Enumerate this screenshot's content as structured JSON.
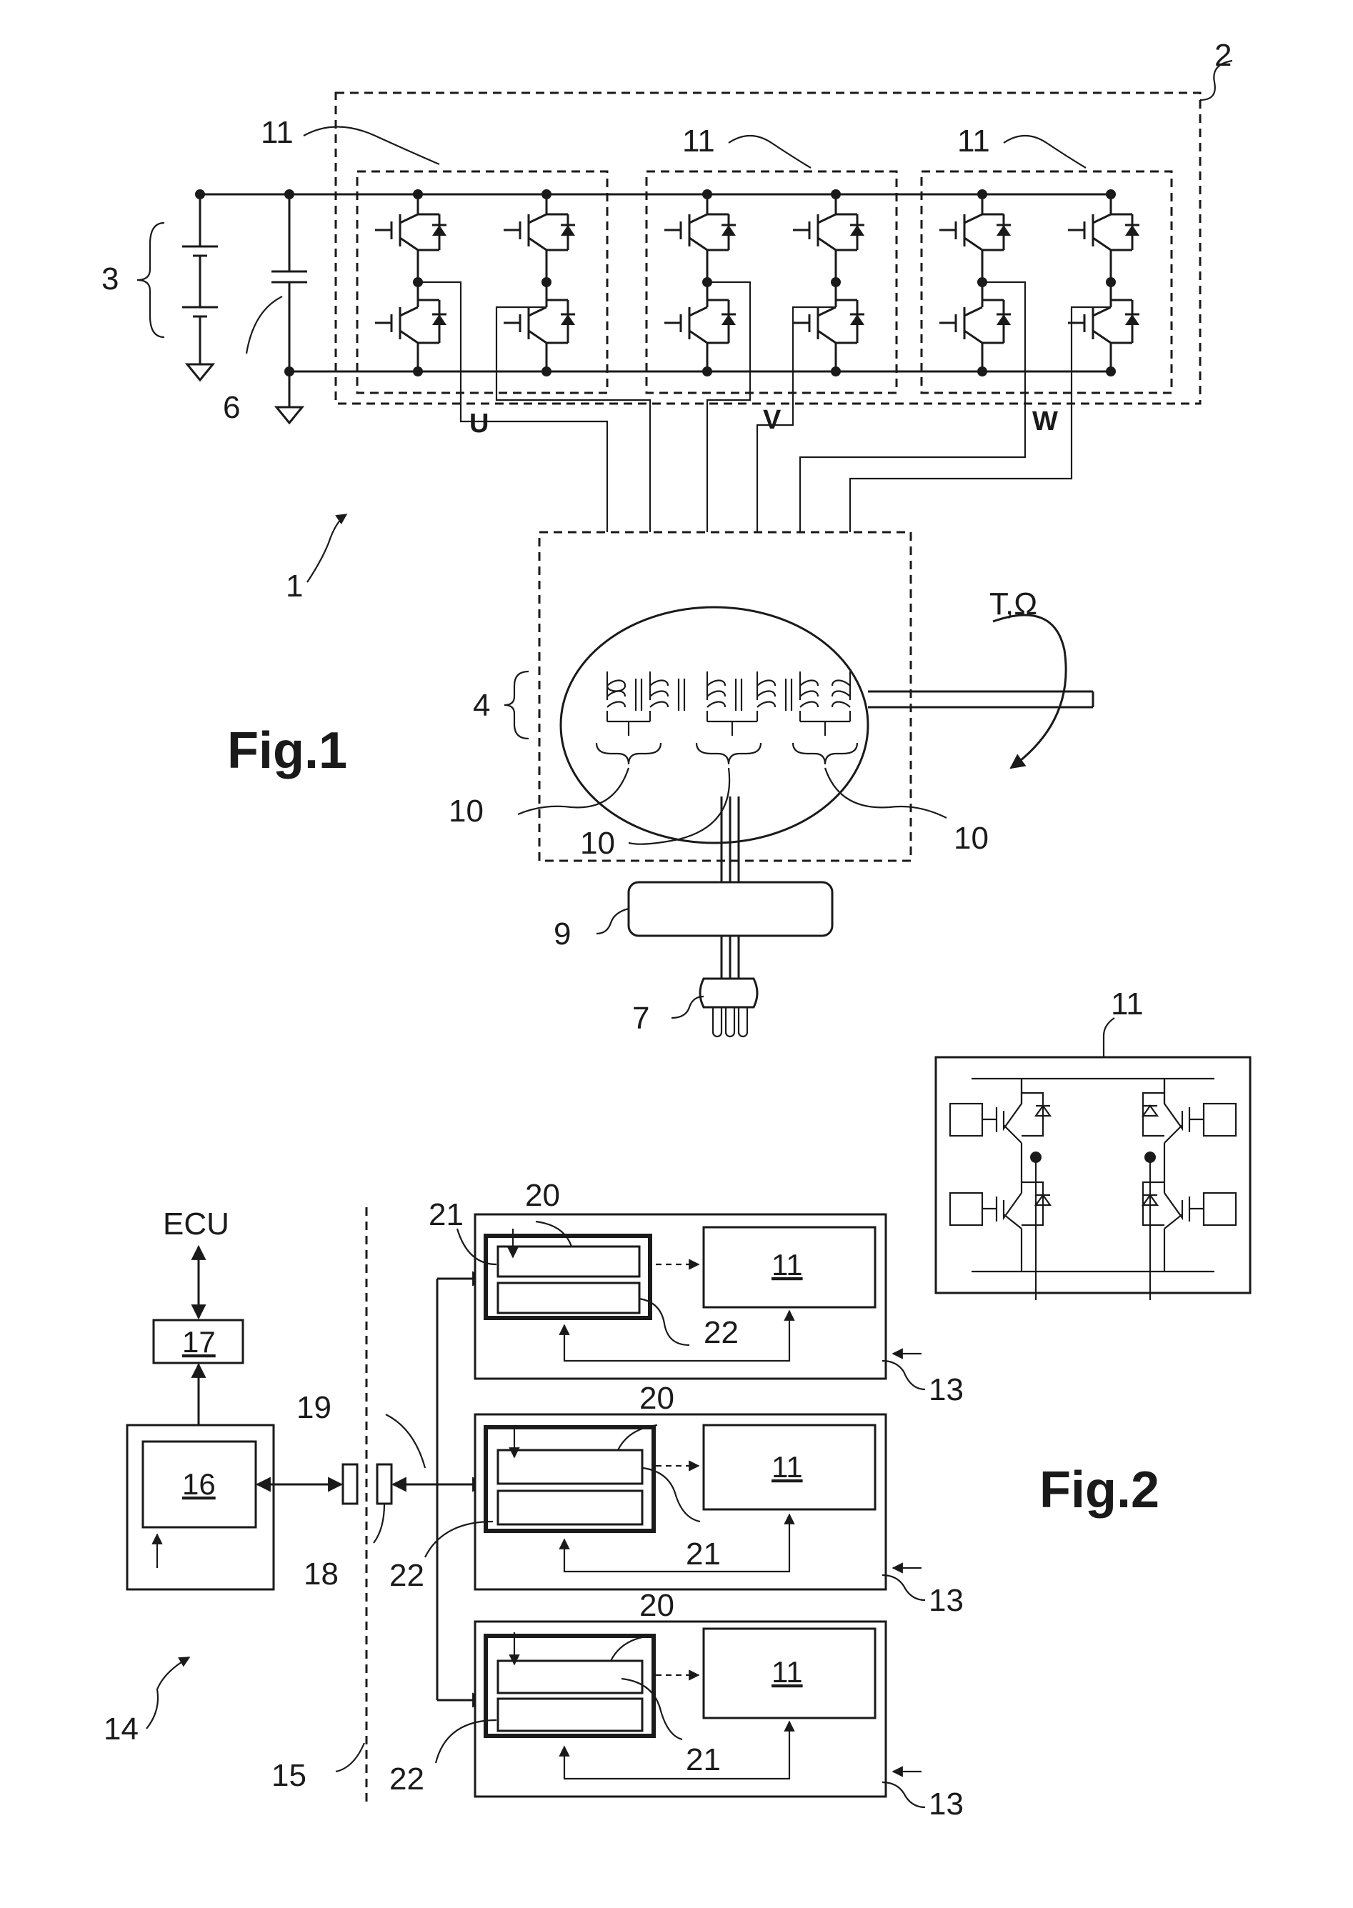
{
  "fig1": {
    "caption": "Fig.1",
    "labels": {
      "system": "1",
      "inverter": "2",
      "battery": "3",
      "motor": "4",
      "capacitor": "6",
      "plug": "7",
      "filter": "9",
      "winding_a": "10",
      "winding_b": "10",
      "winding_c": "10",
      "bridge_a": "11",
      "bridge_b": "11",
      "bridge_c": "11",
      "phase_u": "U",
      "phase_v": "V",
      "phase_w": "W",
      "torque_speed": "T,Ω"
    }
  },
  "fig2": {
    "caption": "Fig.2",
    "labels": {
      "ecu": "ECU",
      "controller": "16",
      "interface": "17",
      "isolator_18": "18",
      "bus_19": "19",
      "module_13": "13",
      "bridge_11": "11",
      "driver_20": "20",
      "sub_21": "21",
      "sub_22": "22",
      "system_14": "14",
      "barrier_15": "15",
      "detail_11": "11"
    }
  }
}
